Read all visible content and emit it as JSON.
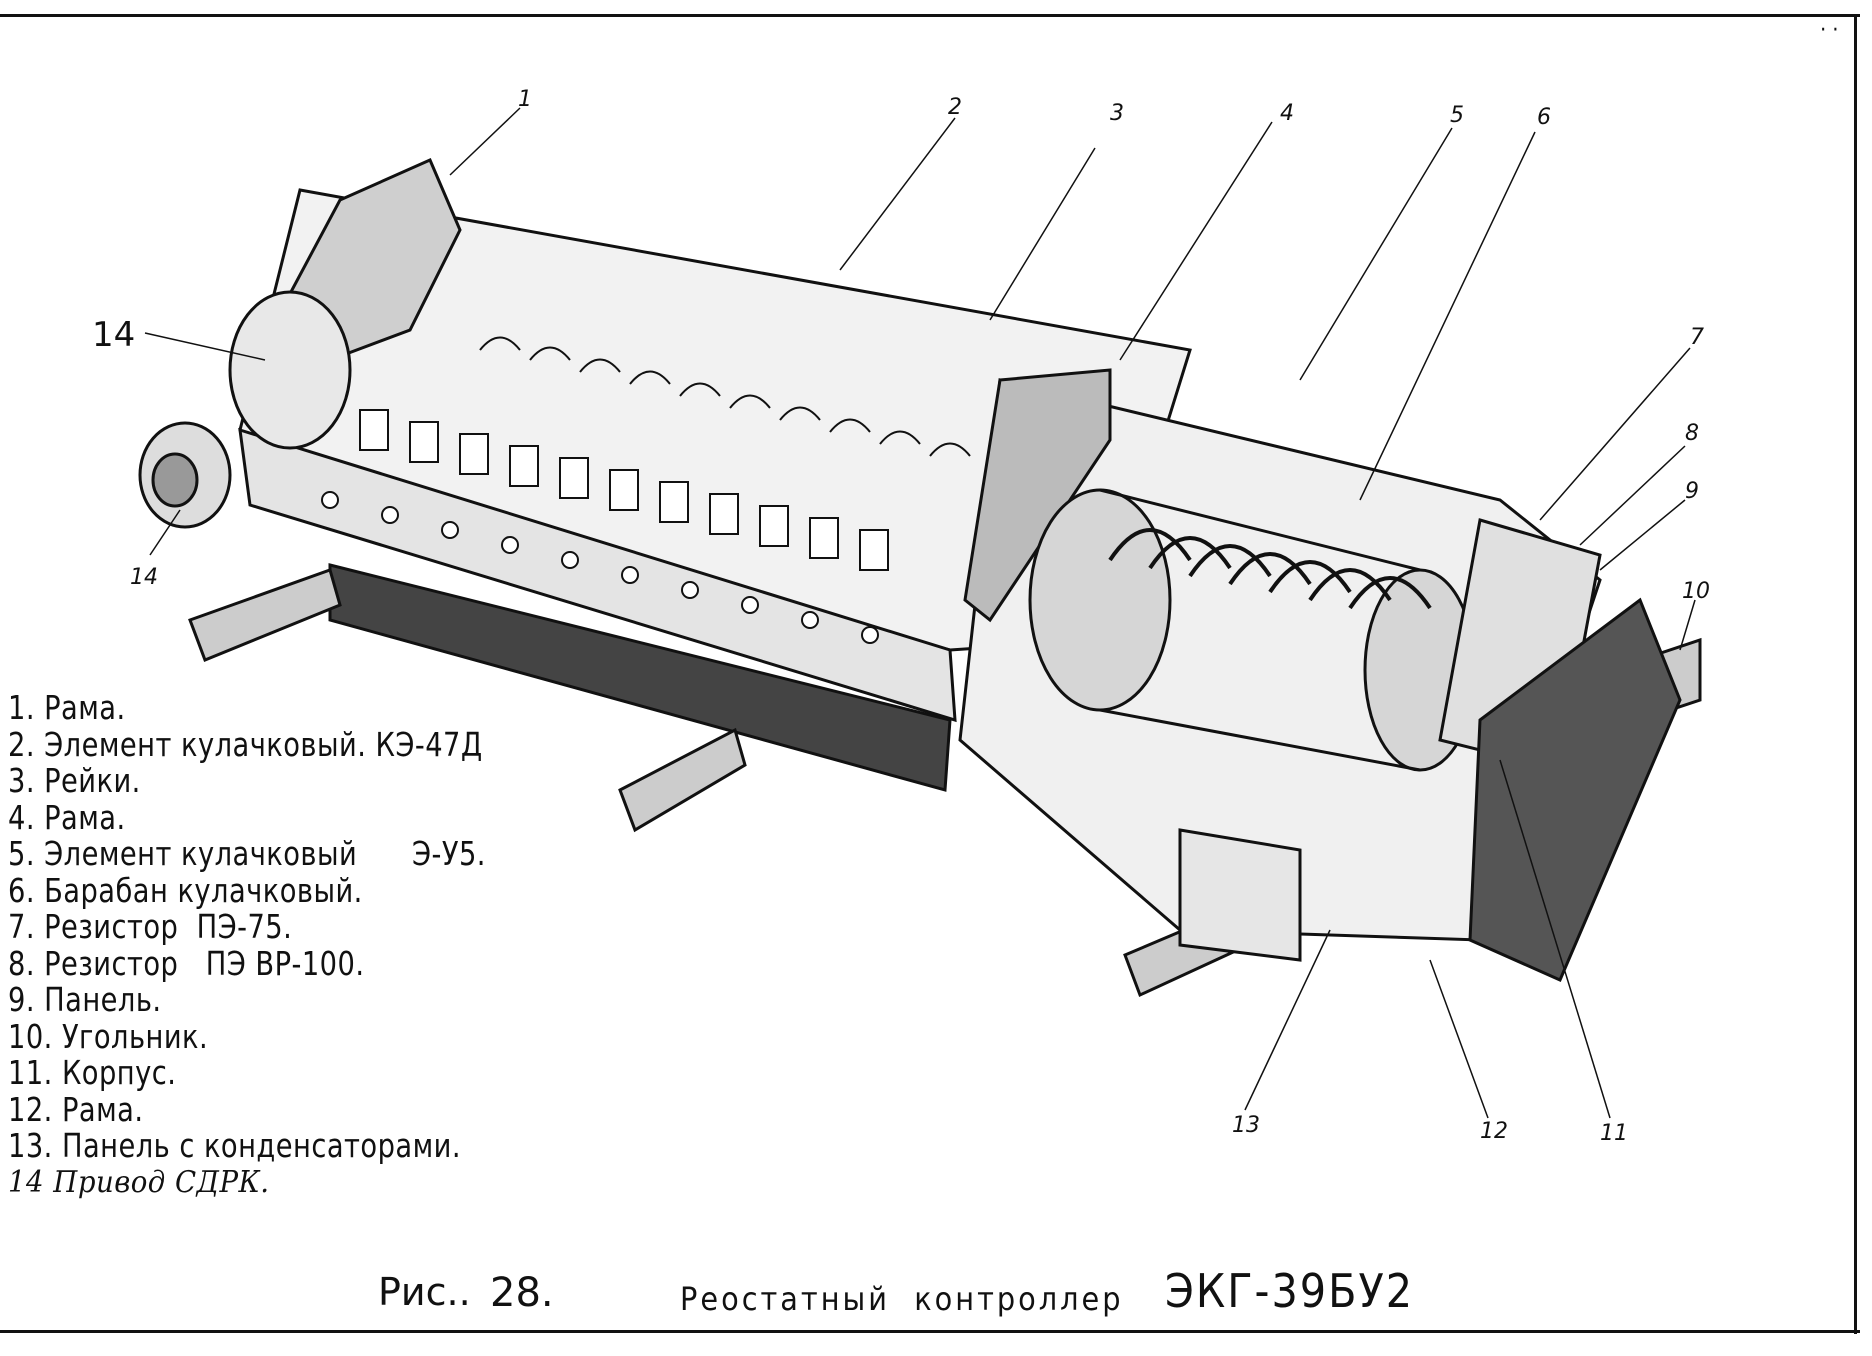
{
  "callouts": [
    "1",
    "2",
    "3",
    "4",
    "5",
    "6",
    "7",
    "8",
    "9",
    "10",
    "11",
    "12",
    "13",
    "14",
    "14"
  ],
  "legend": [
    {
      "num": "1.",
      "text": "Рама."
    },
    {
      "num": "2.",
      "text": "Элемент кулачковый. КЭ-47Д"
    },
    {
      "num": "3.",
      "text": "Рейки."
    },
    {
      "num": "4.",
      "text": "Рама."
    },
    {
      "num": "5.",
      "text": "Элемент кулачковый      Э-У5."
    },
    {
      "num": "6.",
      "text": "Барабан кулачковый."
    },
    {
      "num": "7.",
      "text": "Резистор  ПЭ-75."
    },
    {
      "num": "8.",
      "text": "Резистор   ПЭ ВР-100."
    },
    {
      "num": "9.",
      "text": "Панель."
    },
    {
      "num": "10.",
      "text": "Угольник."
    },
    {
      "num": "11.",
      "text": "Корпус."
    },
    {
      "num": "12.",
      "text": "Рама."
    },
    {
      "num": "13.",
      "text": "Панель с конденсаторами."
    },
    {
      "num": "14",
      "text": "Привод СДРК."
    }
  ],
  "caption": {
    "ris": "Рис..",
    "num": "28.",
    "title": "Реостатный  контроллер",
    "model": "ЭКГ-39БУ2"
  }
}
